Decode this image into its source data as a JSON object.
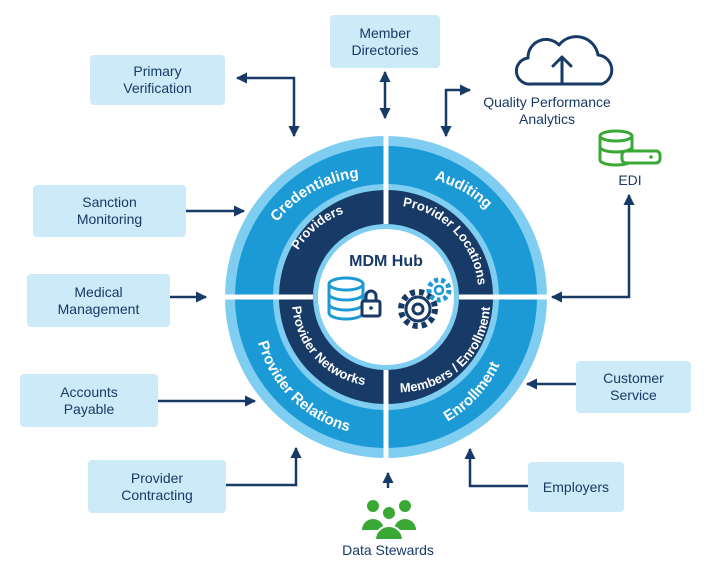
{
  "hub": {
    "title": "MDM Hub"
  },
  "inner_ring": [
    "Providers",
    "Provider Locations",
    "Provider Networks",
    "Members / Enrollment"
  ],
  "outer_ring": [
    "Credentialing",
    "Auditing",
    "Provider Relations",
    "Enrollment"
  ],
  "boxes": {
    "member_directories": "Member\nDirectories",
    "primary_verification": "Primary\nVerification",
    "sanction_monitoring": "Sanction\nMonitoring",
    "medical_management": "Medical\nManagement",
    "accounts_payable": "Accounts\nPayable",
    "provider_contracting": "Provider\nContracting",
    "customer_service": "Customer\nService",
    "employers": "Employers"
  },
  "external": {
    "quality_analytics": "Quality Performance\nAnalytics",
    "edi": "EDI",
    "data_stewards": "Data Stewards"
  },
  "icons": [
    "cloud-upload-icon",
    "edi-database-icon",
    "data-stewards-icon",
    "database-lock-icon",
    "gears-icon"
  ],
  "colors": {
    "dark_navy": "#173a66",
    "ring_blue": "#1b9ad6",
    "light_ring": "#7fcdf0",
    "box_bg": "#cdeaf8",
    "green": "#3aa835"
  }
}
